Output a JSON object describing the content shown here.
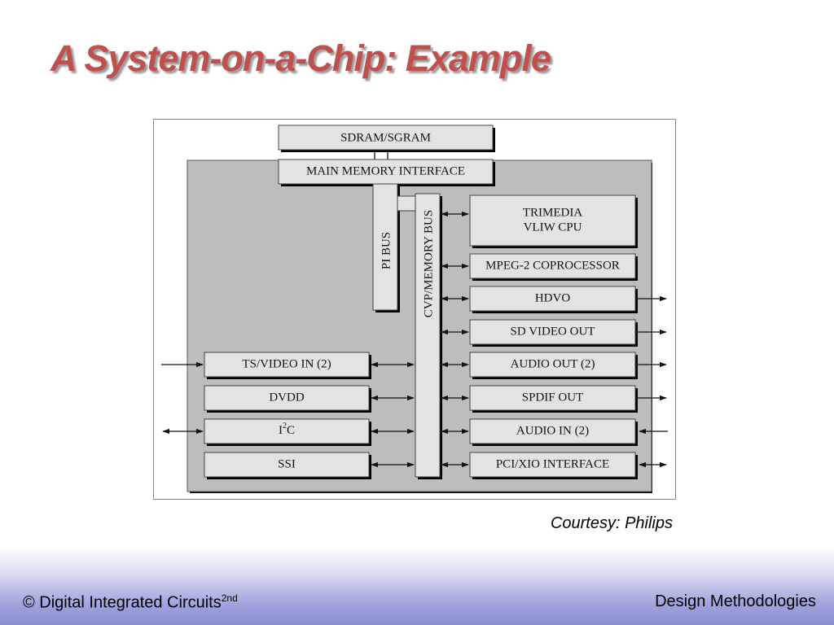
{
  "slide": {
    "title": "A System-on-a-Chip: Example",
    "courtesy": "Courtesy: Philips"
  },
  "diagram": {
    "blocks": {
      "sdram": "SDRAM/SGRAM",
      "main_memory_interface": "MAIN MEMORY INTERFACE",
      "pi_bus": "PI BUS",
      "cvp_memory_bus": "CVP/MEMORY BUS",
      "trimedia_line1": "TRIMEDIA",
      "trimedia_line2": "VLIW CPU",
      "mpeg2": "MPEG-2 COPROCESSOR",
      "hdvo": "HDVO",
      "sd_video_out": "SD VIDEO OUT",
      "audio_out": "AUDIO OUT (2)",
      "spdif_out": "SPDIF OUT",
      "audio_in": "AUDIO IN (2)",
      "pci_xio": "PCI/XIO INTERFACE",
      "ts_video_in": "TS/VIDEO IN (2)",
      "dvdd": "DVDD",
      "i2c_base": "I",
      "i2c_sup": "2",
      "i2c_tail": "C",
      "ssi": "SSI"
    }
  },
  "footer": {
    "left_text": "© Digital Integrated Circuits",
    "left_sup": "2nd",
    "right_text": "Design Methodologies"
  }
}
